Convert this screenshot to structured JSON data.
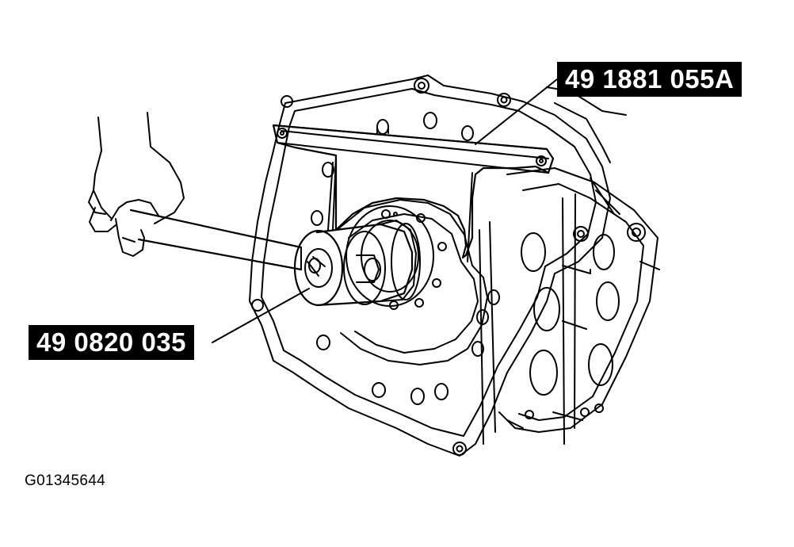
{
  "callouts": {
    "top_part_number": "49 1881 055A",
    "bottom_part_number": "49 0820 035"
  },
  "figure": {
    "id": "G01345644"
  },
  "colors": {
    "ink": "#000000",
    "paper": "#ffffff",
    "label_text": "#ffffff"
  }
}
